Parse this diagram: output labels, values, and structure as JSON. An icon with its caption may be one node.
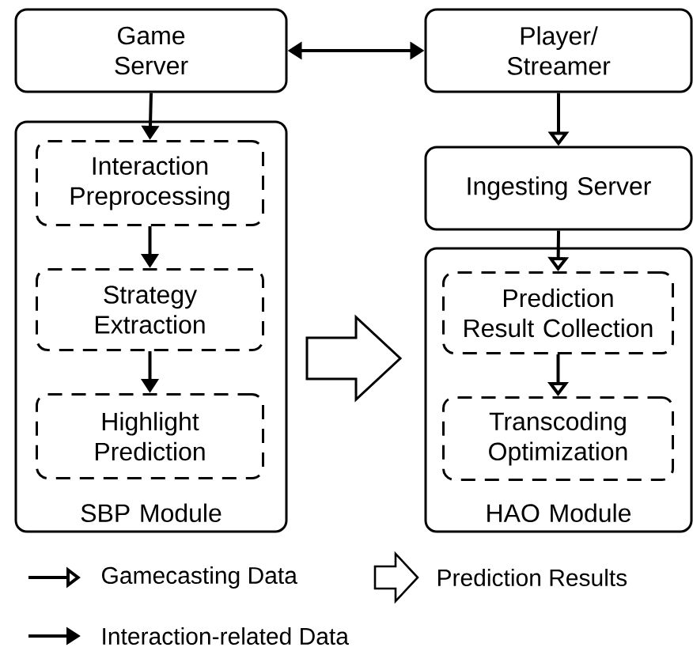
{
  "diagram": {
    "nodes": [
      {
        "text": [
          "Game Server"
        ]
      },
      {
        "text": [
          "Player/ Streamer"
        ]
      },
      {
        "text": [
          "SBP Module"
        ]
      },
      {
        "text": [
          "Interaction Preprocessing"
        ],
        "in": 2
      },
      {
        "text": [
          "Strategy Extraction"
        ],
        "in": 2
      },
      {
        "text": [
          "Highlight Prediction"
        ],
        "in": 2
      },
      {
        "text": [
          "Ingesting Server"
        ]
      },
      {
        "text": [
          "HAO Module"
        ]
      },
      {
        "text": [
          "Prediction Result Collection"
        ],
        "in": 7
      },
      {
        "text": [
          "Transcoding Optimization"
        ],
        "in": 7
      }
    ],
    "edges": [
      {
        "from": 0,
        "to": 1,
        "arrow": "both"
      },
      {
        "from": 0,
        "to": 3,
        "arrow": "to"
      },
      {
        "from": 3,
        "to": 4,
        "arrow": "to"
      },
      {
        "from": 4,
        "to": 5,
        "arrow": "to"
      },
      {
        "from": 1,
        "to": 6,
        "arrow": "to"
      },
      {
        "from": 6,
        "to": 8,
        "arrow": "to"
      },
      {
        "from": 8,
        "to": 9,
        "arrow": "to"
      },
      {
        "from": 2,
        "to": 7,
        "arrow": "to",
        "style": "thick"
      }
    ],
    "legend": [
      {
        "text": "Gamecasting Data"
      },
      {
        "text": "Prediction Results"
      },
      {
        "text": "Interaction-related Data"
      }
    ]
  }
}
